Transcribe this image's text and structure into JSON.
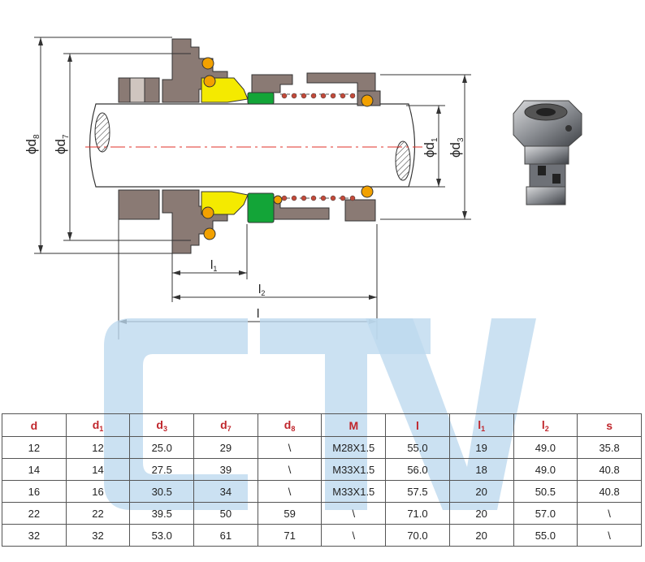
{
  "drawing": {
    "labels": {
      "d8": "ϕd",
      "d8_sub": "8",
      "d7": "ϕd",
      "d7_sub": "7",
      "d1": "ϕd",
      "d1_sub": "1",
      "d3": "ϕd",
      "d3_sub": "3",
      "l1": "l",
      "l1_sub": "1",
      "l2": "l",
      "l2_sub": "2",
      "l": "l"
    },
    "colors": {
      "metal": "#8a7a74",
      "oring": "#f2a100",
      "seal_face": "#f4ea00",
      "seat": "#13a538",
      "centerline": "#e0302a"
    }
  },
  "watermark": {
    "text": "CTV",
    "color": "#bcd9ee"
  },
  "table": {
    "headers": [
      {
        "main": "d",
        "sub": ""
      },
      {
        "main": "d",
        "sub": "1"
      },
      {
        "main": "d",
        "sub": "3"
      },
      {
        "main": "d",
        "sub": "7"
      },
      {
        "main": "d",
        "sub": "8"
      },
      {
        "main": "M",
        "sub": ""
      },
      {
        "main": "l",
        "sub": ""
      },
      {
        "main": "l",
        "sub": "1"
      },
      {
        "main": "l",
        "sub": "2"
      },
      {
        "main": "s",
        "sub": ""
      }
    ],
    "rows": [
      [
        "12",
        "12",
        "25.0",
        "29",
        "\\",
        "M28X1.5",
        "55.0",
        "19",
        "49.0",
        "35.8"
      ],
      [
        "14",
        "14",
        "27.5",
        "39",
        "\\",
        "M33X1.5",
        "56.0",
        "18",
        "49.0",
        "40.8"
      ],
      [
        "16",
        "16",
        "30.5",
        "34",
        "\\",
        "M33X1.5",
        "57.5",
        "20",
        "50.5",
        "40.8"
      ],
      [
        "22",
        "22",
        "39.5",
        "50",
        "59",
        "\\",
        "71.0",
        "20",
        "57.0",
        "\\"
      ],
      [
        "32",
        "32",
        "53.0",
        "61",
        "71",
        "\\",
        "70.0",
        "20",
        "55.0",
        "\\"
      ]
    ]
  }
}
